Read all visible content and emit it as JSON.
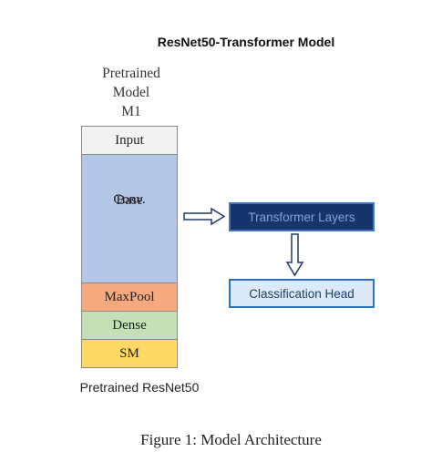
{
  "title": "ResNet50-Transformer Model",
  "stack": {
    "title_lines": [
      "Pretrained",
      "Model",
      "M1"
    ],
    "blocks": {
      "input": "Input",
      "conv_line1": "Conv.",
      "conv_line2": "Base",
      "maxpool": "MaxPool",
      "dense": "Dense",
      "sm": "SM"
    },
    "footer": "Pretrained ResNet50"
  },
  "right": {
    "transformer": "Transformer Layers",
    "classification": "Classification Head"
  },
  "caption": "Figure 1: Model Architecture",
  "colors": {
    "input": "#f2f2f2",
    "conv": "#b4c7e7",
    "maxpool": "#f4a97f",
    "dense": "#c5e0b4",
    "sm": "#ffd966",
    "transformer_fill": "#16356c",
    "classification_fill": "#dde9f7"
  }
}
